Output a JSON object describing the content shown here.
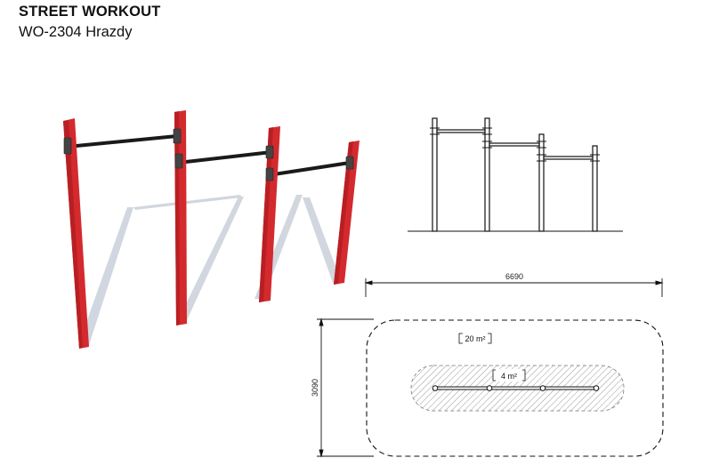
{
  "header": {
    "title": "STREET WORKOUT",
    "subtitle": "WO-2304 Hrazdy"
  },
  "plan": {
    "width_label": "6690",
    "depth_label": "3090",
    "safety_area_label": "20 m²",
    "footprint_area_label": "4 m²"
  },
  "colors": {
    "post": "#d42a2e",
    "bar": "#1a1a1a",
    "shadow": "#c9d0da",
    "line": "#111111"
  }
}
